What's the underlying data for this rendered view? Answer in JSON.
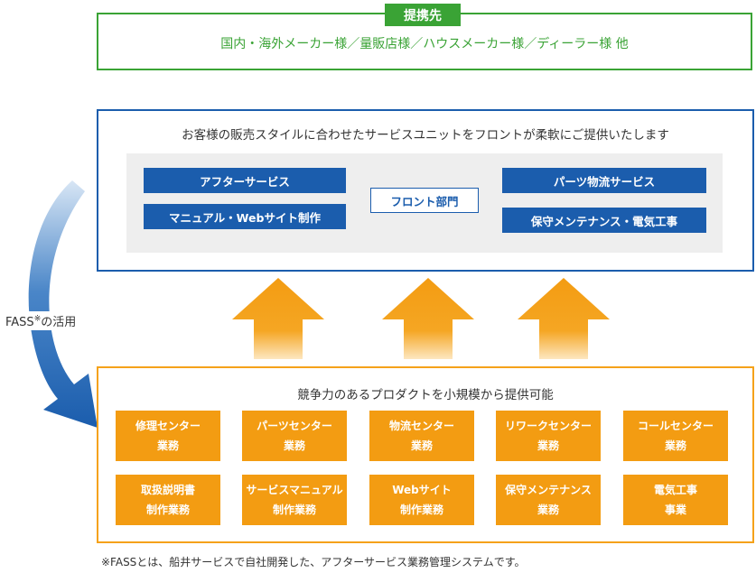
{
  "partners": {
    "tag": "提携先",
    "text": "国内・海外メーカー様／量販店様／ハウスメーカー様／ディーラー様 他"
  },
  "front": {
    "title": "お客様の販売スタイルに合わせたサービスユニットをフロントが柔軟にご提供いたします",
    "left_services": [
      "アフターサービス",
      "マニュアル・Webサイト制作"
    ],
    "center": "フロント部門",
    "right_services": [
      "パーツ物流サービス",
      "保守メンテナンス・電気工事"
    ]
  },
  "fass": {
    "label": "FASS",
    "mark": "※",
    "suffix": "の活用"
  },
  "products": {
    "title": "競争力のあるプロダクトを小規模から提供可能",
    "row1": [
      {
        "line1": "修理センター",
        "line2": "業務"
      },
      {
        "line1": "パーツセンター",
        "line2": "業務"
      },
      {
        "line1": "物流センター",
        "line2": "業務"
      },
      {
        "line1": "リワークセンター",
        "line2": "業務"
      },
      {
        "line1": "コールセンター",
        "line2": "業務"
      }
    ],
    "row2": [
      {
        "line1": "取扱説明書",
        "line2": "制作業務"
      },
      {
        "line1": "サービスマニュアル",
        "line2": "制作業務"
      },
      {
        "line1": "Webサイト",
        "line2": "制作業務"
      },
      {
        "line1": "保守メンテナンス",
        "line2": "業務"
      },
      {
        "line1": "電気工事",
        "line2": "事業"
      }
    ]
  },
  "footnote": "※FASSとは、船井サービスで自社開発した、アフターサービス業務管理システムです。",
  "colors": {
    "green": "#3aa335",
    "blue": "#1b5dad",
    "orange": "#f39c12"
  }
}
